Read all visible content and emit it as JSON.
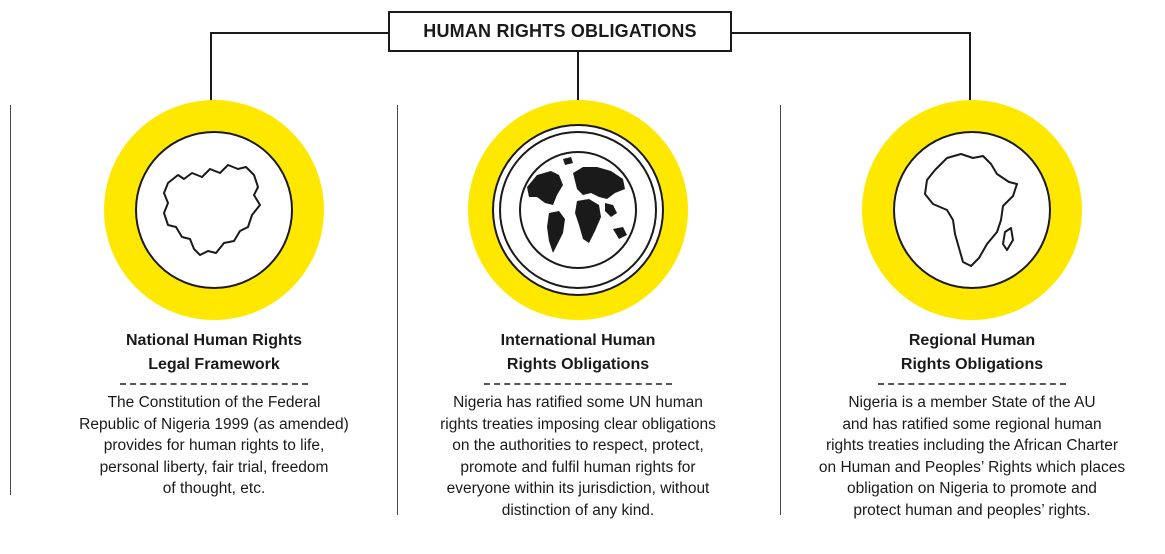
{
  "title": "HUMAN RIGHTS OBLIGATIONS",
  "colors": {
    "accent_yellow": "#ffe800",
    "ink": "#1a1a1a"
  },
  "columns": [
    {
      "icon": "nigeria-map-icon",
      "heading_line1": "National Human Rights",
      "heading_line2": "Legal Framework",
      "lines": [
        "The Constitution of the Federal",
        "Republic of Nigeria 1999 (as amended)",
        "provides for human rights to life,",
        "personal liberty, fair trial, freedom",
        "of thought, etc."
      ]
    },
    {
      "icon": "globe-icon",
      "heading_line1": "International Human",
      "heading_line2": "Rights Obligations",
      "lines": [
        "Nigeria has ratified some UN human",
        "rights treaties imposing clear obligations",
        "on the authorities to respect, protect,",
        "promote and fulfil human rights for",
        "everyone within its jurisdiction, without",
        "distinction of any kind."
      ]
    },
    {
      "icon": "africa-map-icon",
      "heading_line1": "Regional Human",
      "heading_line2": "Rights Obligations",
      "lines": [
        "Nigeria is a member State of the AU",
        "and has ratified some regional human",
        "rights treaties including the African Charter",
        "on Human and Peoples’ Rights which places",
        "obligation on Nigeria to promote and",
        "protect human and peoples’ rights."
      ]
    }
  ]
}
